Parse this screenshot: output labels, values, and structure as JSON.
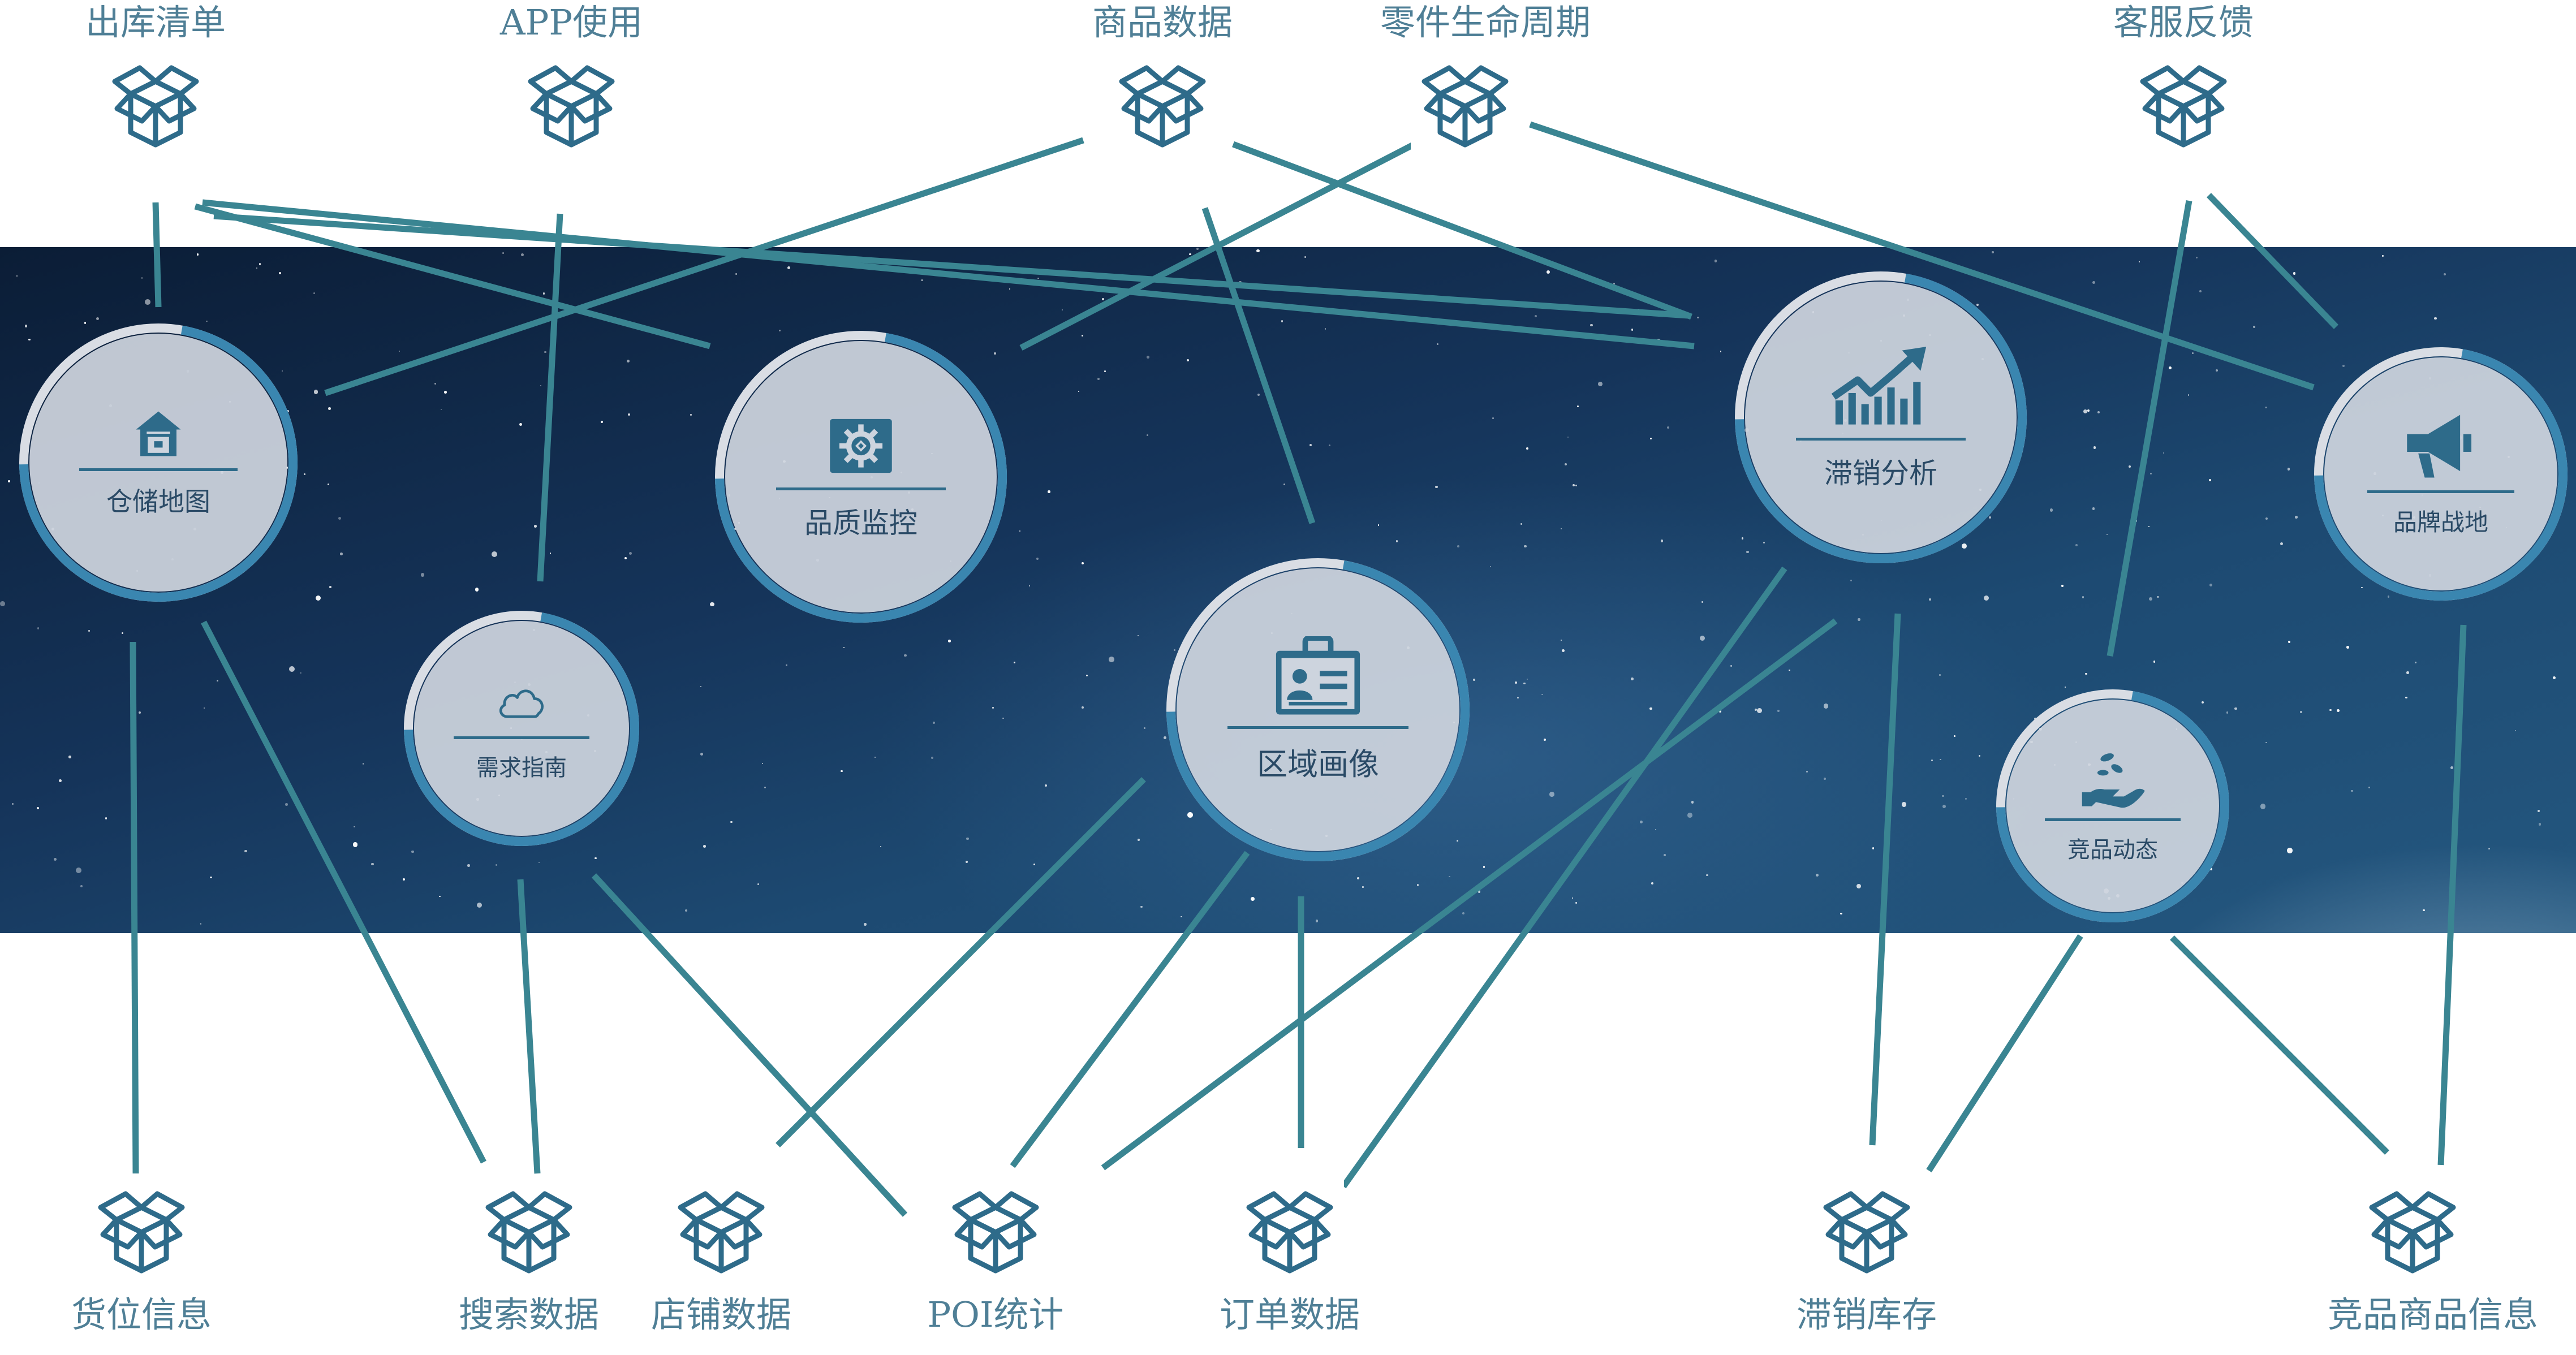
{
  "colors": {
    "connector": "#3a8592",
    "label_text": "#4f7f96",
    "module_text": "#2a4a66",
    "module_fill": "#cdd4de",
    "module_ring": "#3a86b0",
    "icon": "#2e6b8a",
    "band": "#15345a"
  },
  "data_sources_top": [
    {
      "id": "ds-chuku",
      "label": "出库清单",
      "icon": "open-box-icon"
    },
    {
      "id": "ds-app",
      "label": "APP使用",
      "icon": "open-box-icon"
    },
    {
      "id": "ds-shangpin",
      "label": "商品数据",
      "icon": "open-box-icon"
    },
    {
      "id": "ds-lingjian",
      "label": "零件生命周期",
      "icon": "open-box-icon"
    },
    {
      "id": "ds-kefu",
      "label": "客服反馈",
      "icon": "open-box-icon"
    }
  ],
  "data_sources_bottom": [
    {
      "id": "ds-huowei",
      "label": "货位信息",
      "icon": "open-box-icon"
    },
    {
      "id": "ds-sousuo",
      "label": "搜索数据",
      "icon": "open-box-icon"
    },
    {
      "id": "ds-dianpu",
      "label": "店铺数据",
      "icon": "open-box-icon"
    },
    {
      "id": "ds-poi",
      "label": "POI统计",
      "icon": "open-box-icon"
    },
    {
      "id": "ds-dingdan",
      "label": "订单数据",
      "icon": "open-box-icon"
    },
    {
      "id": "ds-zhixiao-kc",
      "label": "滞销库存",
      "icon": "open-box-icon"
    },
    {
      "id": "ds-jingpin-sp",
      "label": "竞品商品信息",
      "icon": "open-box-icon"
    }
  ],
  "modules": [
    {
      "id": "mod-cangchu",
      "label": "仓储地图",
      "icon": "warehouse-icon"
    },
    {
      "id": "mod-xuqiu",
      "label": "需求指南",
      "icon": "cloud-icon"
    },
    {
      "id": "mod-pinzhi",
      "label": "品质监控",
      "icon": "gear-icon"
    },
    {
      "id": "mod-quyu",
      "label": "区域画像",
      "icon": "id-card-icon"
    },
    {
      "id": "mod-zhixiao",
      "label": "滞销分析",
      "icon": "trend-chart-icon"
    },
    {
      "id": "mod-jingpin",
      "label": "竞品动态",
      "icon": "hand-coins-icon"
    },
    {
      "id": "mod-pinpai",
      "label": "品牌战地",
      "icon": "megaphone-icon"
    }
  ]
}
